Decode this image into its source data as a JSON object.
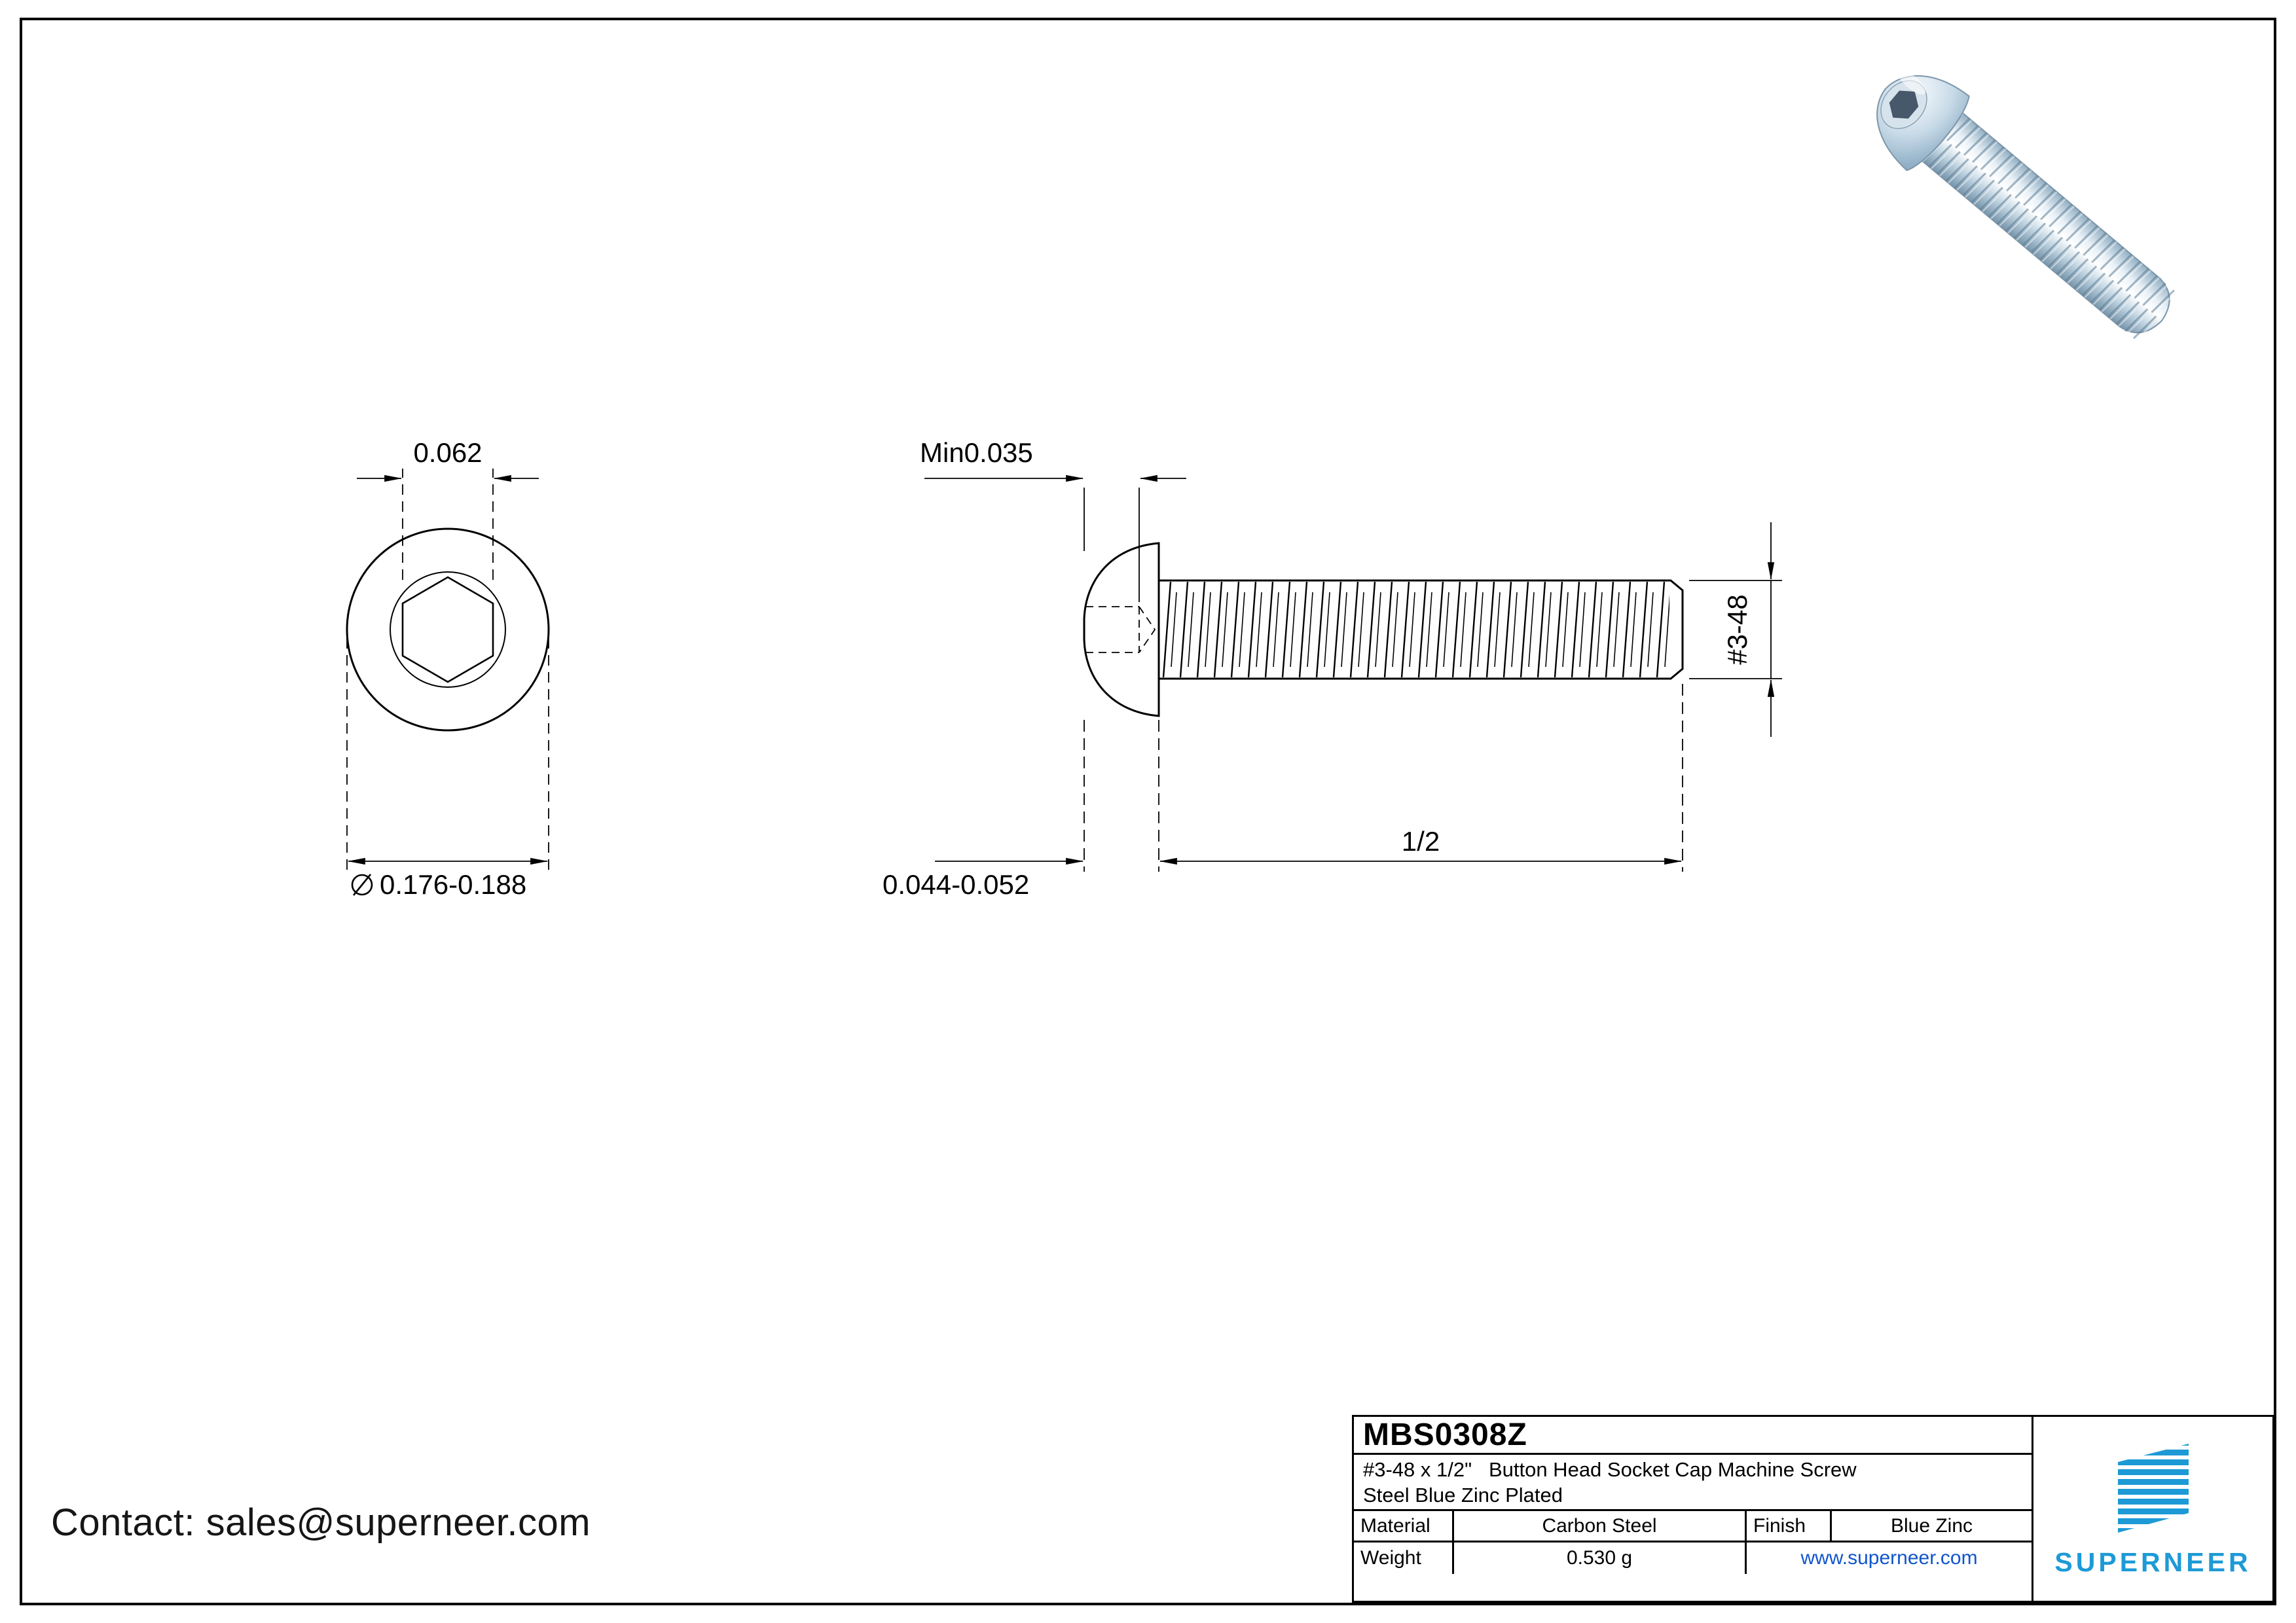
{
  "contact": {
    "text": "Contact: sales@superneer.com"
  },
  "front_view": {
    "socket_width": "0.062",
    "head_diameter": "0.176-0.188"
  },
  "side_view": {
    "socket_depth": "Min0.035",
    "head_height": "0.044-0.052",
    "thread_length": "1/2",
    "thread_size": "#3-48"
  },
  "title_block": {
    "part_number": "MBS0308Z",
    "description_line1": "#3-48 x 1/2\"   Button Head Socket Cap Machine Screw",
    "description_line2": "Steel Blue Zinc Plated",
    "material_label": "Material",
    "material_value": "Carbon Steel",
    "finish_label": "Finish",
    "finish_value": "Blue Zinc",
    "weight_label": "Weight",
    "weight_value": "0.530 g",
    "website": "www.superneer.com",
    "brand": "SUPERNEER"
  },
  "colors": {
    "line": "#000000",
    "link_blue": "#1155cc",
    "brand_blue": "#1d9ad6"
  }
}
